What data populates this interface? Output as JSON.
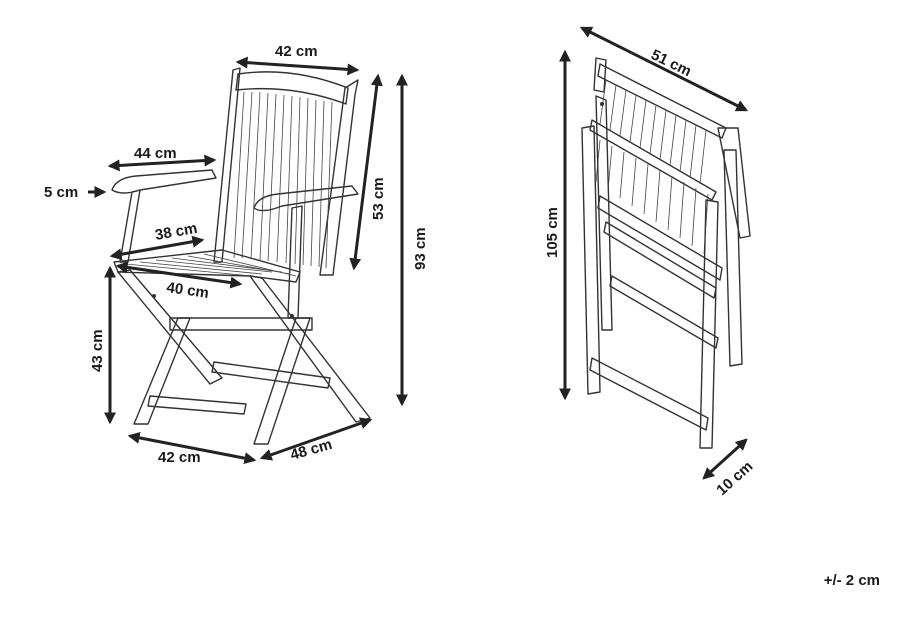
{
  "dimensions": {
    "open_top_width": "42 cm",
    "open_armrest_length": "44 cm",
    "open_armrest_thickness": "5 cm",
    "open_seat_depth": "38 cm",
    "open_seat_width": "40 cm",
    "open_backrest_height": "53 cm",
    "open_total_height": "93 cm",
    "open_seat_height": "43 cm",
    "open_base_width": "42 cm",
    "open_base_depth": "48 cm",
    "folded_width": "51 cm",
    "folded_height": "105 cm",
    "folded_thickness": "10 cm"
  },
  "tolerance": "+/- 2 cm"
}
